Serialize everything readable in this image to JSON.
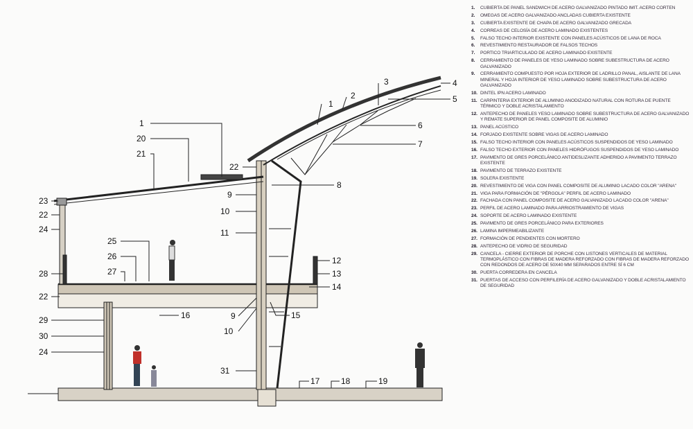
{
  "callouts": {
    "c1a": "1",
    "c20": "20",
    "c21": "21",
    "c23": "23",
    "c22a": "22",
    "c24a": "24",
    "c28": "28",
    "c22b": "22",
    "c29": "29",
    "c30": "30",
    "c24b": "24",
    "c25": "25",
    "c26": "26",
    "c27": "27",
    "c22c": "22",
    "c9a": "9",
    "c10a": "10",
    "c11": "11",
    "c8": "8",
    "c3": "3",
    "c2": "2",
    "c1b": "1",
    "c4": "4",
    "c5": "5",
    "c6": "6",
    "c7": "7",
    "c12": "12",
    "c13": "13",
    "c14": "14",
    "c15": "15",
    "c16": "16",
    "c9b": "9",
    "c10b": "10",
    "c31": "31",
    "c17": "17",
    "c18": "18",
    "c19": "19"
  },
  "legend": [
    {
      "n": "1.",
      "t": "Cubierta de panel sandwich de acero galvanizado pintado imit. acero corten"
    },
    {
      "n": "2.",
      "t": "Omegas de acero galvanizado ancladas cubierta existente"
    },
    {
      "n": "3.",
      "t": "Cubierta existente de chapa de acero galvanizado grecada"
    },
    {
      "n": "4.",
      "t": "Correas de celosía de acero laminado existentes"
    },
    {
      "n": "5.",
      "t": "Falso techo interior existente con paneles acústicos de lana de roca"
    },
    {
      "n": "6.",
      "t": "Revestimiento restaurador de falsos techos"
    },
    {
      "n": "7.",
      "t": "Portico triarticulado de acero laminado existente"
    },
    {
      "n": "8.",
      "t": "Cerramiento de paneles de yeso laminado sobre subestructura de acero galvanizado"
    },
    {
      "n": "9.",
      "t": "Cerramiento compuesto por hoja exterior de ladrillo panal, aislante de lana mineral y hoja interior de yeso laminado sobre subestructura de acero galvanizado"
    },
    {
      "n": "10.",
      "t": "Dintel IPN acero laminado"
    },
    {
      "n": "11.",
      "t": "Carpinteria exterior de aluminio anodizado natural con rotura de puente térmico y doble acristalamiento"
    },
    {
      "n": "12.",
      "t": "Antepecho de paneles yeso laminado sobre subestructura de acero galvanizado y remate superior de panel composite de aluminio"
    },
    {
      "n": "13.",
      "t": "Panel acústico"
    },
    {
      "n": "14.",
      "t": "Forjado existente sobre vigas de acero laminado"
    },
    {
      "n": "15.",
      "t": "Falso techo interior con paneles acústicos suspendidos de yeso laminado"
    },
    {
      "n": "16.",
      "t": "Falso techo exterior con paneles hidrófugos suspendidos de yeso laminado"
    },
    {
      "n": "17.",
      "t": "Pavimento de gres porcelánico antideslizante adherido a pavimento terrazo existente"
    },
    {
      "n": "18.",
      "t": "Pavimento de terrazo existente"
    },
    {
      "n": "19.",
      "t": "Solera existente"
    },
    {
      "n": "20.",
      "t": "Revestimiento de viga con panel composite de aluminio lacado color \"arena\""
    },
    {
      "n": "21.",
      "t": "Viga para formación de \"pérgola\" perfil de acero laminado"
    },
    {
      "n": "22.",
      "t": "Fachada con panel composite de acero galvanizado lacado color \"arena\""
    },
    {
      "n": "23.",
      "t": "Perfil de acero laminado para arriostramiento de vigas"
    },
    {
      "n": "24.",
      "t": "Soporte de acero laminado existente"
    },
    {
      "n": "25.",
      "t": "Pavimento de gres porcelánico para exteriores"
    },
    {
      "n": "26.",
      "t": "Lamina impermeabilizante"
    },
    {
      "n": "27.",
      "t": "Formación de pendientes con mortero"
    },
    {
      "n": "28.",
      "t": "Antepecho de vidrio de seguridad"
    },
    {
      "n": "29.",
      "t": "Cancela - cierre exterior de porche con listones verticales de material termoplástico con fibras de madera reforzado con fibras de madera reforzado con redondos de acero de 50x40 mm separados entre sí 6 cm"
    },
    {
      "n": "30.",
      "t": "Puerta corredera en cancela"
    },
    {
      "n": "31.",
      "t": "Puertas de acceso con perfilería de acero galvanizado y doble acristalamiento de seguridad"
    }
  ]
}
